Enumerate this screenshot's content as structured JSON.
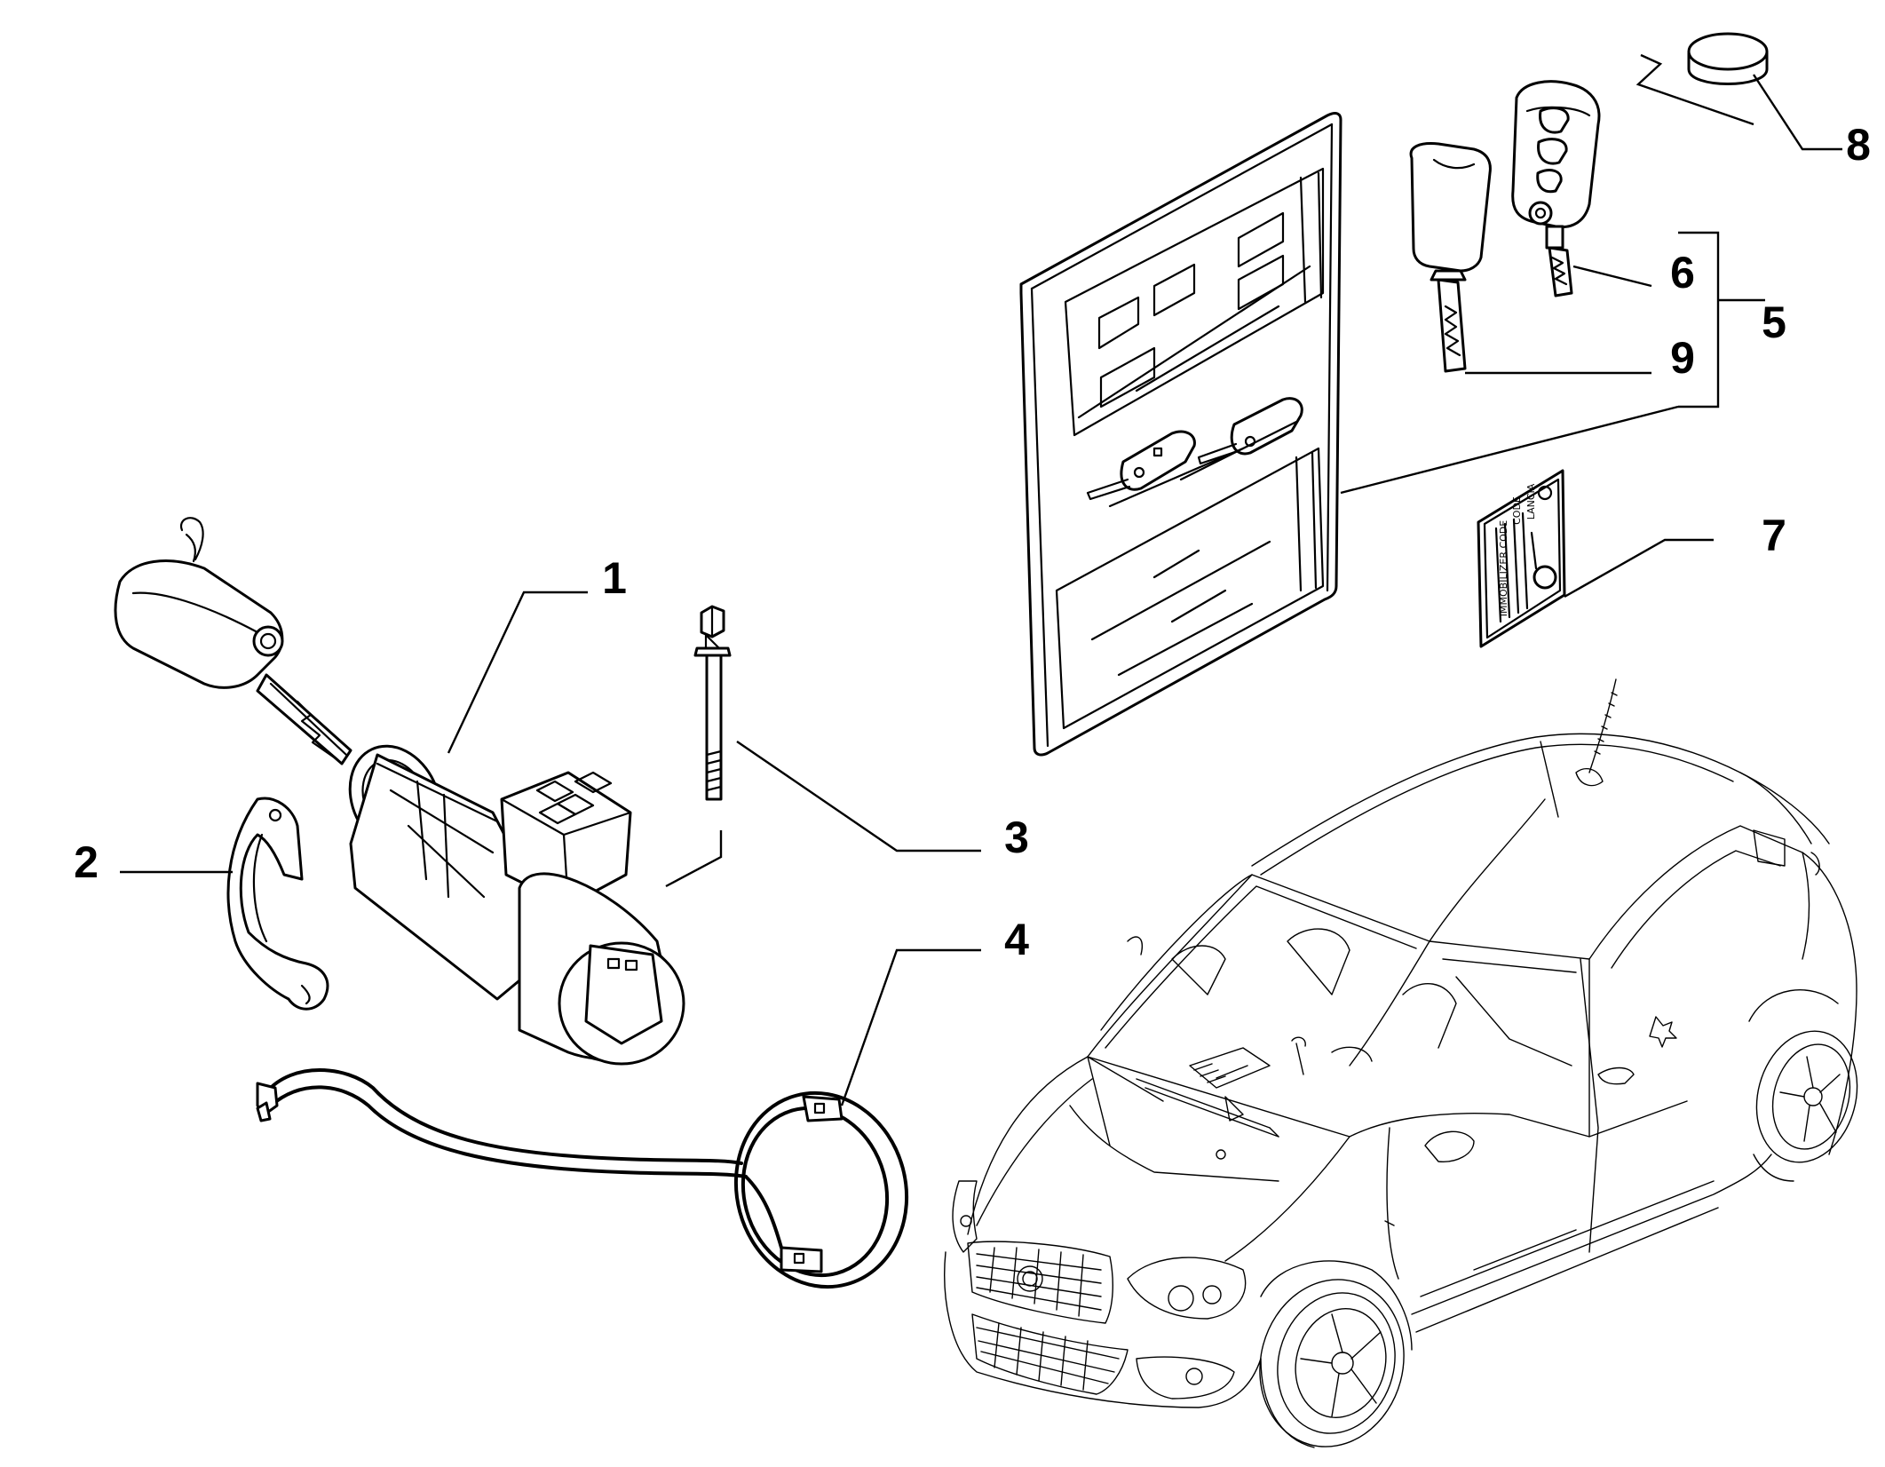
{
  "callouts": [
    {
      "id": "1",
      "label": "1"
    },
    {
      "id": "2",
      "label": "2"
    },
    {
      "id": "3",
      "label": "3"
    },
    {
      "id": "4",
      "label": "4"
    },
    {
      "id": "5",
      "label": "5"
    },
    {
      "id": "6",
      "label": "6"
    },
    {
      "id": "7",
      "label": "7"
    },
    {
      "id": "8",
      "label": "8"
    },
    {
      "id": "9",
      "label": "9"
    }
  ],
  "code_card": {
    "line1": "LANCIA",
    "line2": "CODE",
    "line3": "IMMOBILIZER CODE"
  }
}
